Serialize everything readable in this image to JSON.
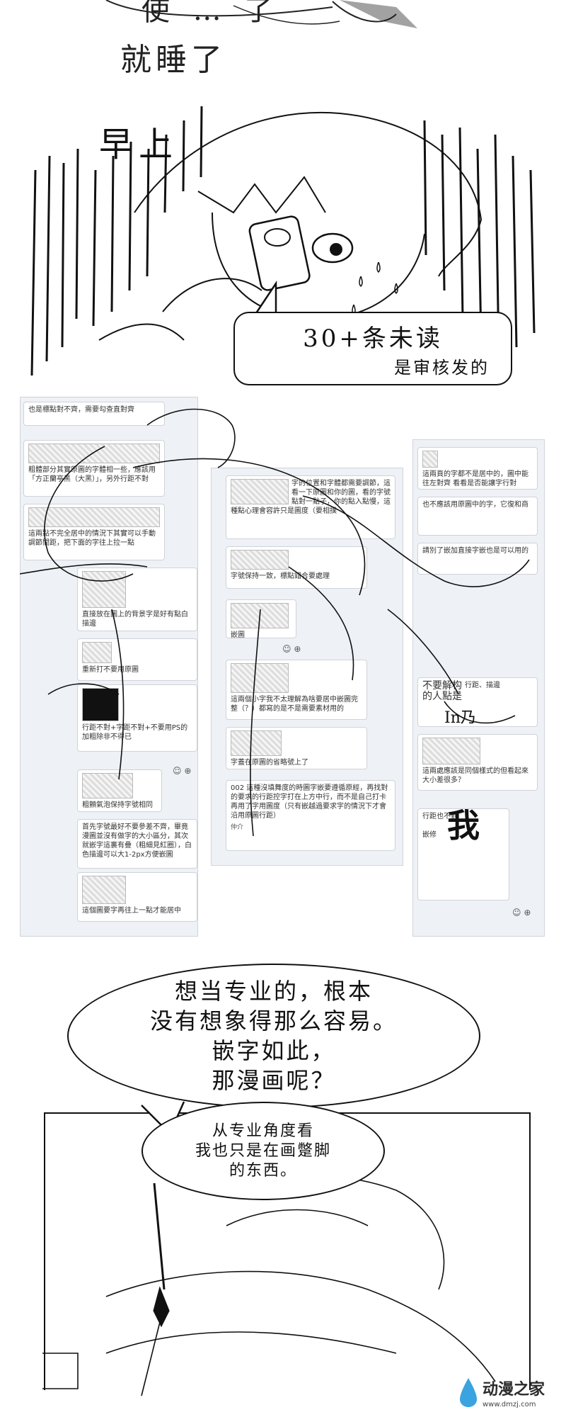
{
  "panel1": {
    "top_text": "使 … 了",
    "caption": "就睡了"
  },
  "panel2": {
    "caption": "早上",
    "bubble_line1": "30+条未读",
    "bubble_line2": "是审核发的"
  },
  "panel3": {
    "chat": {
      "left": [
        {
          "text": "也是標點對不齊，需要勾查直對齊"
        },
        {
          "text": "粗體部分其實原圖的字體相一些，應該用「方正蘭亭黑（大黑）」，另外行距不對"
        },
        {
          "text": "這兩點不完全居中的情況下其實可以手動調節間距，把下面的字往上拉一點"
        },
        {
          "text": "直接放在圖上的背景字是好有點白描邊"
        },
        {
          "text": "重新打不要用原圖"
        },
        {
          "text": "行距不對+字距不對+不要用PS的加粗除非不得已"
        },
        {
          "text": "粗顫氣泡保持字號相同"
        },
        {
          "text": "首先字號最好不要參差不齊，畢竟漫圖並沒有做字的大小區分，其次就嵌字這裏有疊（粗細見紅圈），白色描邊可以大1-2px方便嵌圖"
        },
        {
          "text": "這個圖要字再往上一點才能居中"
        }
      ],
      "middle": [
        {
          "text": "字的位置和字體都需要調節，這看一下原圖和你的圖，看的字號點對一點子，你的點入點慢，這種點心理會容許只是圖度（要相撲"
        },
        {
          "text": "字號保持一致，標點錯合要處理"
        },
        {
          "text": "嵌圖"
        },
        {
          "text": "這兩個小字我不太理解為啥要居中嵌圖完整（？）都寫的是不是需要素材用的"
        },
        {
          "text": "字蓋在原圖的省略號上了"
        },
        {
          "text": "002 這種沒填舞度的時圖字嵌要遵循原經，再找對的要求的行距控字打在上方中行，而不是自己打卡再用了字用圖度（只有嵌越過要求字的情況下才會沿用原圖行距）"
        }
      ],
      "right": [
        {
          "text": "這兩頁的字都不是居中的，圖中能往左對齊  看看是否能讓字行對"
        },
        {
          "text": "也不應該用原圖中的字，它復和商"
        },
        {
          "text": "請別了嵌加直接字嵌也是可以用的"
        },
        {
          "text": "行距、描邊"
        },
        {
          "text": "這兩處應該是同個樣式的但看起來大小差很多？"
        },
        {
          "text": "行距也不對"
        },
        {
          "text": "嵌修"
        }
      ],
      "big_glyph_1": "我",
      "stacked_text": "不要解构的人點是",
      "small_label": "仲介",
      "corner_text": "In乃"
    }
  },
  "panel4": {
    "big_bubble_lines": [
      "想当专业的，根本",
      "没有想象得那么容易。",
      "嵌字如此，",
      "那漫画呢？"
    ],
    "small_bubble_lines": [
      "从专业角度看",
      "我也只是在画蹩脚",
      "的东西。"
    ]
  },
  "watermark": {
    "name": "动漫之家",
    "url": "www.dmzj.com"
  }
}
